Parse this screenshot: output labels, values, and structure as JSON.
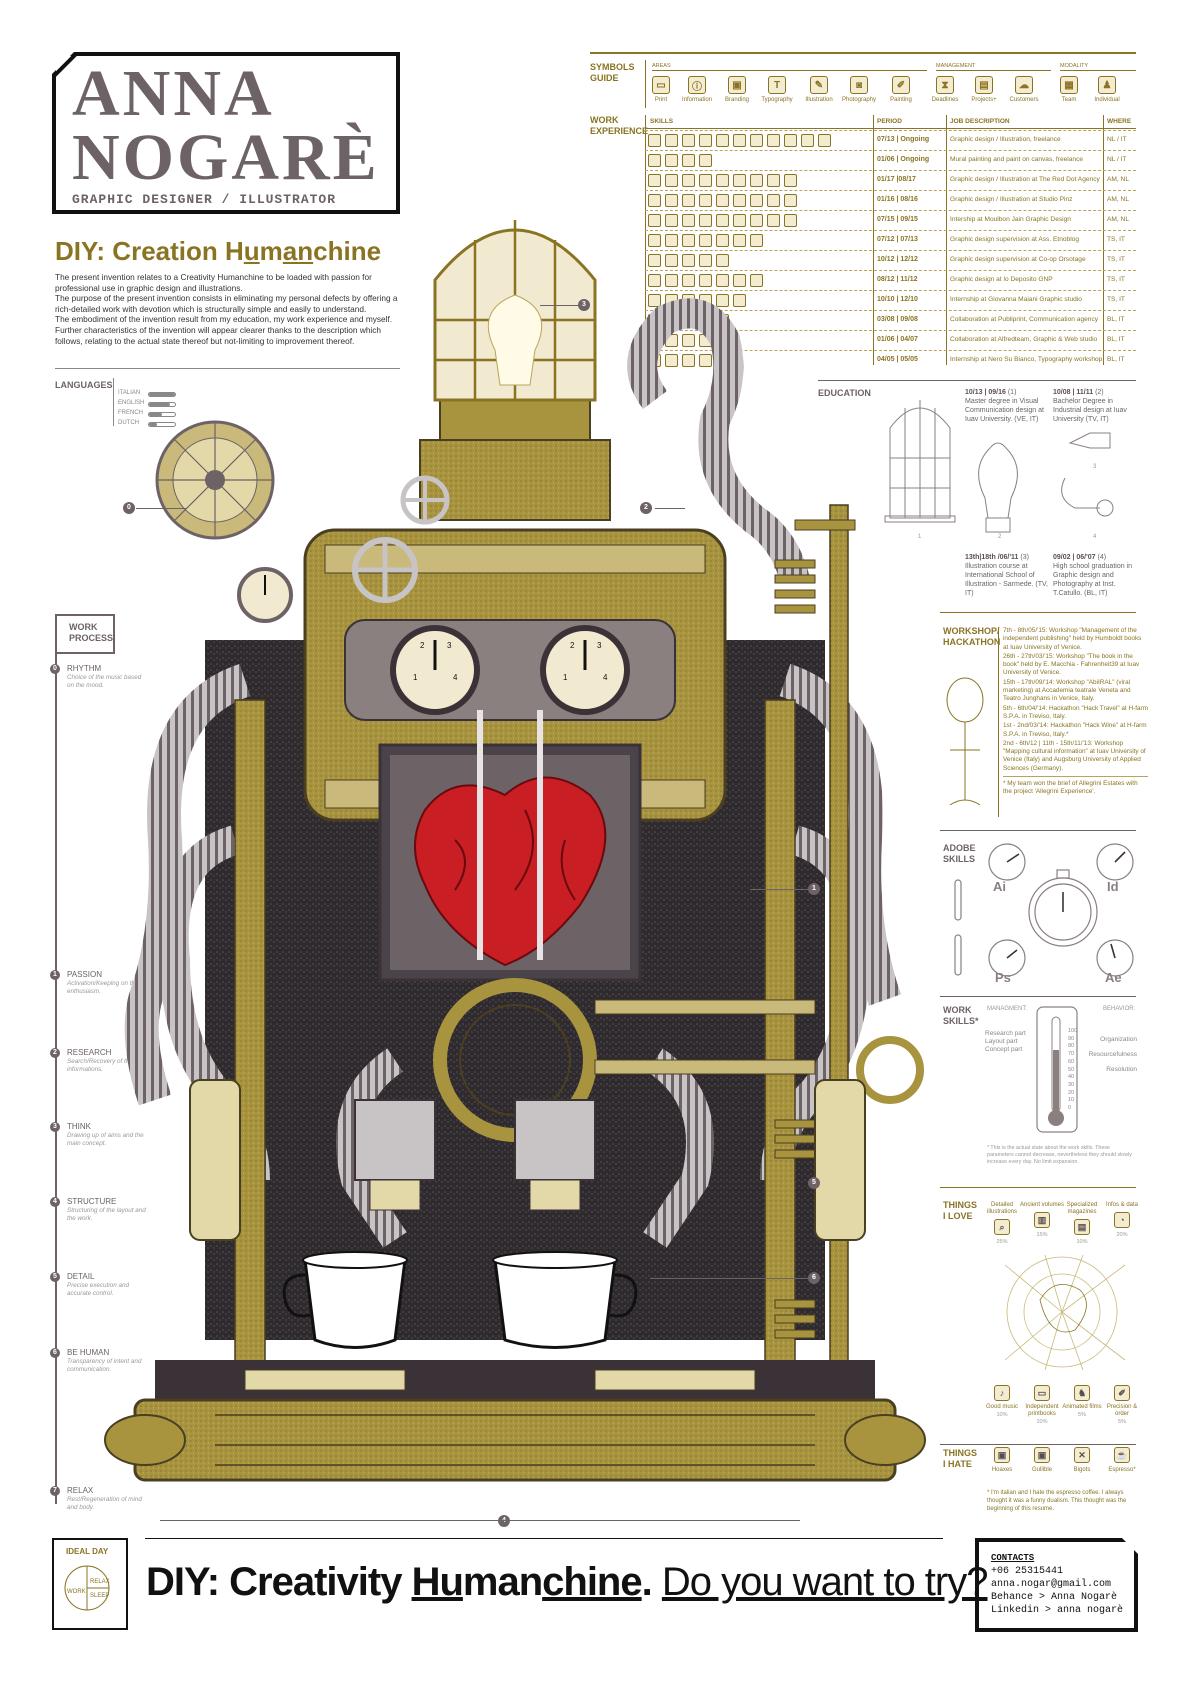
{
  "name": {
    "line1": "ANNA",
    "line2": "NOGARÈ",
    "subtitle": "GRAPHIC DESIGNER / ILLUSTRATOR"
  },
  "intro": {
    "title_pre": "DIY: Creation H",
    "title_u1": "u",
    "title_mid": "m",
    "title_u2": "an",
    "title_post": "chine",
    "paragraphs": [
      "The present invention relates to a Creativity Humanchine to be loaded with passion for professional use in graphic design and illustrations.",
      "The purpose of the present invention consists in eliminating my personal defects by offering a rich-detailed work with devotion which is structurally simple and easily to understand.",
      "The embodiment of the invention result from my education, my work experience and myself. Further characteristics of the invention will appear clearer thanks to the description which follows, relating to the actual state thereof but not-limiting to improvement thereof."
    ]
  },
  "languages": {
    "label": "LANGUAGES",
    "items": [
      {
        "name": "ITALIAN",
        "level": 1.0
      },
      {
        "name": "ENGLISH",
        "level": 0.8
      },
      {
        "name": "FRENCH",
        "level": 0.5
      },
      {
        "name": "DUTCH",
        "level": 0.3
      }
    ]
  },
  "symbols": {
    "label_line1": "SYMBOLS",
    "label_line2": "GUIDE",
    "group_areas": "AREAS",
    "group_management": "MANAGEMENT",
    "group_modality": "MODALITY",
    "items": [
      "Print",
      "Information",
      "Branding",
      "Typography",
      "Illustration",
      "Photography",
      "Painting",
      "Deadlines",
      "Projects+",
      "Customers",
      "Team",
      "Individual"
    ]
  },
  "work_experience": {
    "label_line1": "WORK",
    "label_line2": "EXPERIENCE",
    "headers": {
      "skills": "SKILLS",
      "period": "PERIOD",
      "job": "JOB DESCRIPTION",
      "where": "WHERE"
    },
    "rows": [
      {
        "period": "07/13 | Ongoing",
        "job": "Graphic design / Illustration, freelance",
        "where": "NL / IT",
        "icons": 11
      },
      {
        "period": "01/06 | Ongoing",
        "job": "Mural painting and paint on canvas, freelance",
        "where": "NL / IT",
        "icons": 4
      },
      {
        "period": "01/17 |08/17",
        "job": "Graphic design / Illustration at The Red Dot Agency",
        "where": "AM, NL",
        "icons": 9
      },
      {
        "period": "01/16 | 08/16",
        "job": "Graphic design / Illustration at Studio Pinz",
        "where": "AM, NL",
        "icons": 9
      },
      {
        "period": "07/15 | 09/15",
        "job": "Intership at Moulbon Jain Graphic Design",
        "where": "AM, NL",
        "icons": 9
      },
      {
        "period": "07/12 | 07/13",
        "job": "Graphic design supervision at Ass. Etnoblog",
        "where": "TS, IT",
        "icons": 7
      },
      {
        "period": "10/12 | 12/12",
        "job": "Graphic design supervision at Co-op Orsotage",
        "where": "TS, IT",
        "icons": 5
      },
      {
        "period": "08/12 | 11/12",
        "job": "Graphic design at lo Deposito GNP",
        "where": "TS, IT",
        "icons": 7
      },
      {
        "period": "10/10 | 12/10",
        "job": "Internship at Giovanna Maiani Graphic studio",
        "where": "TS, IT",
        "icons": 6
      },
      {
        "period": "03/08 | 09/08",
        "job": "Collaboration at Publiprint, Communication agency",
        "where": "BL, IT",
        "icons": 5
      },
      {
        "period": "01/06 | 04/07",
        "job": "Collaboration at Alfredteam, Graphic & Web studio",
        "where": "BL, IT",
        "icons": 5
      },
      {
        "period": "04/05 | 05/05",
        "job": "Internship at Nero Su Bianco, Typography workshop",
        "where": "BL, IT",
        "icons": 4
      }
    ]
  },
  "education": {
    "label": "EDUCATION",
    "items": [
      {
        "period": "10/13 | 09/16",
        "num": "(1)",
        "text": "Master degree in Visual Communication design at Iuav University. (VE, IT)"
      },
      {
        "period": "10/08 | 11/11",
        "num": "(2)",
        "text": "Bachelor Degree in Industrial design at Iuav University (TV, IT)"
      },
      {
        "period": "13th|18th /06/'11",
        "num": "(3)",
        "text": "Illustration course at International School of Illustration - Sarmede. (TV, IT)"
      },
      {
        "period": "09/02 | 06/'07",
        "num": "(4)",
        "text": "High school graduation in Graphic design and Photography at Inst. T.Catullo. (BL, IT)"
      }
    ],
    "figure_numbers": [
      "1",
      "2",
      "3",
      "4"
    ]
  },
  "workshop": {
    "label_line1": "WORKSHOP/",
    "label_line2": "HACKATHON",
    "items": [
      "7th - 8th/05/'15: Workshop \"Management of the independent publishing\" held by Humboldt books at Iuav University of Venice.",
      "26th - 27th/03/'15: Workshop \"The book in the book\" held by E. Macchia - Fahrenheit39 at Iuav University of Venice.",
      "15th - 17th/09/'14: Workshop \"AbiIRAL\" (viral marketing) at Accademia teatrale Veneta and Teatro Junghans in Venice, Italy.",
      "5th - 6th/04/'14: Hackathon \"Hack Travel\" at H-farm S.P.A. in Treviso, Italy.",
      "1st - 2nd/03/'14: Hackathon \"Hack Wine\" at H-farm S.P.A. in Treviso, Italy.*",
      "2nd - 6th/12 | 11th - 15th/11/'13: Workshop \"Mapping cultural information\" at Iuav University of Venice (Italy) and Augsburg University of Applied Sciences (Germany)."
    ],
    "note": "* My team won the brief of Allegrini Estates with the project 'Allegrini Experience'."
  },
  "adobe": {
    "label_line1": "ADOBE",
    "label_line2": "SKILLS",
    "gauges": [
      {
        "name": "Ai",
        "level": 0.85
      },
      {
        "name": "Id",
        "level": 0.8
      },
      {
        "name": "Ps",
        "level": 0.75
      },
      {
        "name": "Ae",
        "level": 0.4
      }
    ]
  },
  "work_skills": {
    "label_line1": "WORK",
    "label_line2": "SKILLS*",
    "management": "MANAGMENT:",
    "behavior": "BEHAVIOR:",
    "left_items": [
      "Research part",
      "Layout part",
      "Concept part"
    ],
    "right_items": [
      "Organization",
      "Resourcefulness",
      "Resolution"
    ],
    "scale": [
      "100",
      "90",
      "80",
      "70",
      "60",
      "50",
      "40",
      "30",
      "20",
      "10",
      "0"
    ],
    "note": "* This is the actual state about the work skills. These parameters cannot decrease, nevertheless they should slowly increase every day. No limit expansion."
  },
  "things_love": {
    "label_line1": "THINGS",
    "label_line2": "I LOVE",
    "top": [
      {
        "name": "Detailed illustrations",
        "pct": "25%"
      },
      {
        "name": "Ancient volumes",
        "pct": "15%"
      },
      {
        "name": "Specialized magazines",
        "pct": "10%"
      },
      {
        "name": "Infos & data",
        "pct": "20%"
      }
    ],
    "bottom": [
      {
        "name": "Good music",
        "pct": "10%"
      },
      {
        "name": "Independent printbooks",
        "pct": "10%"
      },
      {
        "name": "Animated films",
        "pct": "5%"
      },
      {
        "name": "Precision & order",
        "pct": "5%"
      }
    ]
  },
  "things_hate": {
    "label_line1": "THINGS",
    "label_line2": "I HATE",
    "items": [
      "Hoaxes",
      "Gullible",
      "Bigots",
      "Espresso*"
    ],
    "note": "* I'm italian and I hate the espresso coffee. I always thought it was a funny dualism. This thought was the beginning of this resume."
  },
  "work_process": {
    "label_line1": "WORK",
    "label_line2": "PROCESS",
    "steps": [
      {
        "num": "0",
        "title": "RHYTHM",
        "desc": "Choice of the music based on the mood."
      },
      {
        "num": "1",
        "title": "PASSION",
        "desc": "Activation/Keeping on the enthusiasm."
      },
      {
        "num": "2",
        "title": "RESEARCH",
        "desc": "Search/Recovery of the informations."
      },
      {
        "num": "3",
        "title": "THINK",
        "desc": "Drawing up of aims and the main concept."
      },
      {
        "num": "4",
        "title": "STRUCTURE",
        "desc": "Structuring of the layout and the work."
      },
      {
        "num": "5",
        "title": "DETAIL",
        "desc": "Precise execution and accurate control."
      },
      {
        "num": "6",
        "title": "BE HUMAN",
        "desc": "Transparency of intent and communication."
      },
      {
        "num": "7",
        "title": "RELAX",
        "desc": "Rest/Regeneration of mind and body."
      }
    ]
  },
  "callouts": [
    "0",
    "1",
    "2",
    "3",
    "4",
    "5",
    "6"
  ],
  "ideal_day": {
    "label": "IDEAL DAY",
    "work": "WORK",
    "relax": "RELAX",
    "sleep": "SLEEP"
  },
  "tagline": {
    "bold_pre": "DIY: Creativity ",
    "bold_u1": "Hu",
    "bold_mid": "man",
    "bold_u2": "chine",
    "bold_post": ".",
    "question": "Do you want to try?"
  },
  "contacts": {
    "label": "CONTACTS",
    "phone": "+06 25315441",
    "email": "anna.nogar@gmail.com",
    "behance": "Behance > Anna Nogarè",
    "linkedin": "Linkedin > anna nogarè"
  },
  "colors": {
    "gold": "#8a7423",
    "mauve": "#6d6266",
    "paper": "#f4ecd0",
    "heart": "#c81e24",
    "machine_dark": "#3b3237"
  }
}
